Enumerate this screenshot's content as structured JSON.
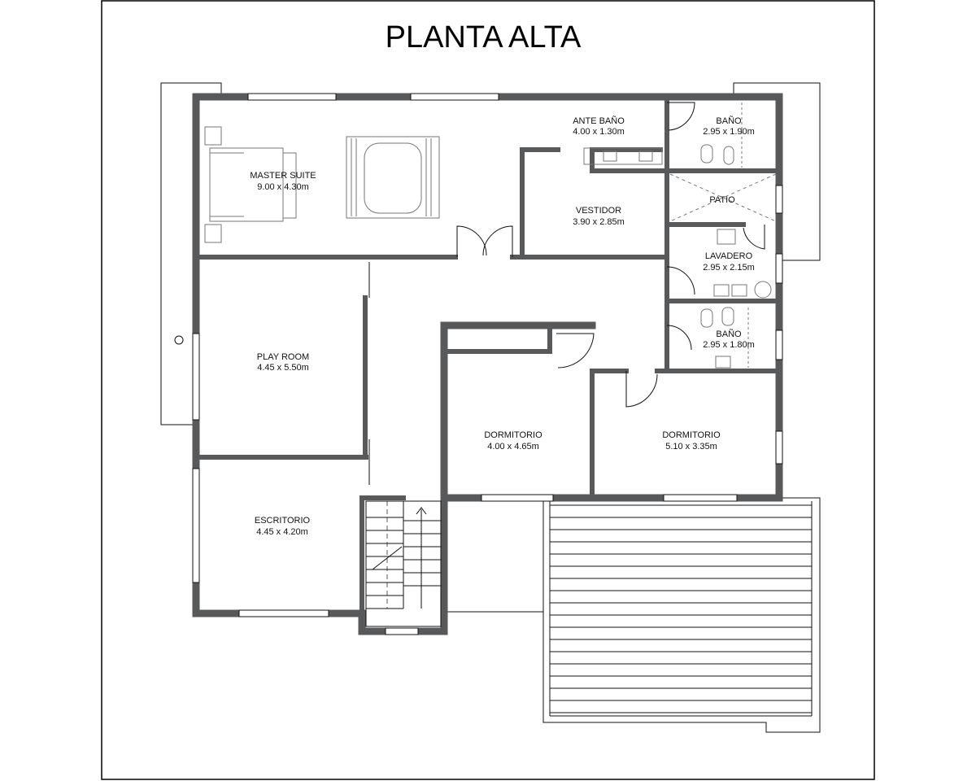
{
  "title": "PLANTA ALTA",
  "rooms": {
    "master_suite": {
      "name": "MASTER SUITE",
      "size": "9.00 x 4.30m"
    },
    "ante_bano": {
      "name": "ANTE BAÑO",
      "size": "4.00 x 1.30m"
    },
    "bano_1": {
      "name": "BAÑO",
      "size": "2.95 x 1.90m"
    },
    "patio": {
      "name": "PATIO"
    },
    "vestidor": {
      "name": "VESTIDOR",
      "size": "3.90 x 2.85m"
    },
    "lavadero": {
      "name": "LAVADERO",
      "size": "2.95 x 2.15m"
    },
    "bano_2": {
      "name": "BAÑO",
      "size": "2.95 x 1.80m"
    },
    "play_room": {
      "name": "PLAY ROOM",
      "size": "4.45 x 5.50m"
    },
    "dormitorio_1": {
      "name": "DORMITORIO",
      "size": "4.00 x 4.65m"
    },
    "dormitorio_2": {
      "name": "DORMITORIO",
      "size": "5.10 x 3.35m"
    },
    "escritorio": {
      "name": "ESCRITORIO",
      "size": "4.45 x 4.20m"
    }
  },
  "colors": {
    "wall": "#58595b",
    "line": "#111111",
    "fixture": "#777777",
    "background": "#ffffff"
  }
}
